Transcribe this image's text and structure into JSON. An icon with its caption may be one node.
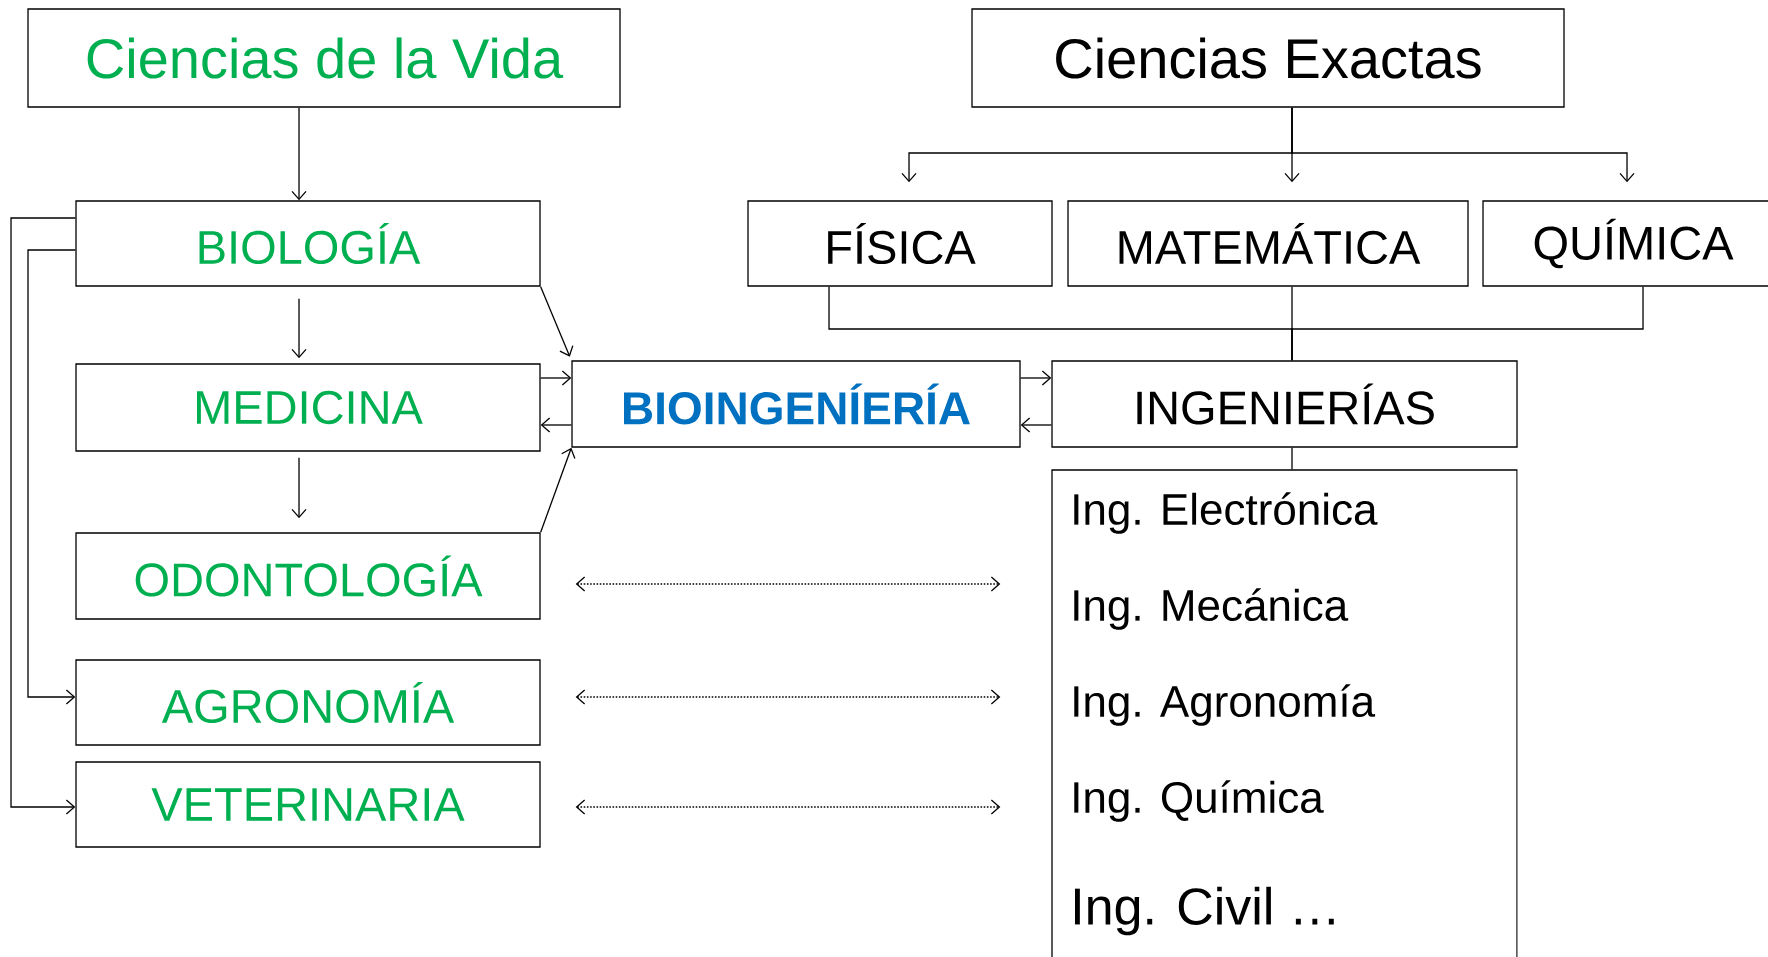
{
  "diagram": {
    "nodes": [
      {
        "text": [
          "Ciencias de la Vida"
        ]
      },
      {
        "text": [
          "Ciencias Exactas"
        ]
      },
      {
        "text": [
          "BIOLOGÍA"
        ]
      },
      {
        "text": [
          "FÍSICA"
        ]
      },
      {
        "text": [
          "MATEMÁTICA"
        ]
      },
      {
        "text": [
          "QUÍMICA"
        ]
      },
      {
        "text": [
          "MEDICINA"
        ]
      },
      {
        "text": [
          "BIOINGENÍERÍA"
        ]
      },
      {
        "text": [
          "INGENIERÍAS"
        ]
      },
      {
        "text": [
          "ODONTOLOGÍA"
        ]
      },
      {
        "text": [
          "AGRONOMÍA"
        ]
      },
      {
        "text": [
          "VETERINARIA"
        ]
      },
      {
        "text": [
          "Ing. Electrónica",
          "Ing. Mecánica",
          "Ing. Agronomía",
          "Ing. Química",
          "Ing. Civil …"
        ]
      }
    ],
    "edges": [
      {
        "from": 0,
        "to": 2,
        "arrow": "to"
      },
      {
        "from": 1,
        "to": 3,
        "arrow": "to"
      },
      {
        "from": 1,
        "to": 4,
        "arrow": "to"
      },
      {
        "from": 1,
        "to": 5,
        "arrow": "to"
      },
      {
        "from": 2,
        "to": 6,
        "arrow": "to"
      },
      {
        "from": 6,
        "to": 9,
        "arrow": "to"
      },
      {
        "from": 2,
        "to": 10,
        "arrow": "to"
      },
      {
        "from": 2,
        "to": 11,
        "arrow": "to"
      },
      {
        "from": 2,
        "to": 7,
        "arrow": "to"
      },
      {
        "from": 9,
        "to": 7,
        "arrow": "to"
      },
      {
        "from": 6,
        "to": 7,
        "arrow": "to"
      },
      {
        "from": 7,
        "to": 6,
        "arrow": "to"
      },
      {
        "from": 7,
        "to": 8,
        "arrow": "to"
      },
      {
        "from": 8,
        "to": 7,
        "arrow": "to"
      },
      {
        "from": 3,
        "to": 8,
        "arrow": "none"
      },
      {
        "from": 4,
        "to": 8,
        "arrow": "none"
      },
      {
        "from": 5,
        "to": 8,
        "arrow": "none"
      },
      {
        "from": 8,
        "to": 12,
        "arrow": "none"
      },
      {
        "from": 9,
        "to": 12,
        "arrow": "both",
        "style": "dashed"
      },
      {
        "from": 10,
        "to": 12,
        "arrow": "both",
        "style": "dashed"
      },
      {
        "from": 11,
        "to": 12,
        "arrow": "both",
        "style": "dashed"
      }
    ]
  }
}
